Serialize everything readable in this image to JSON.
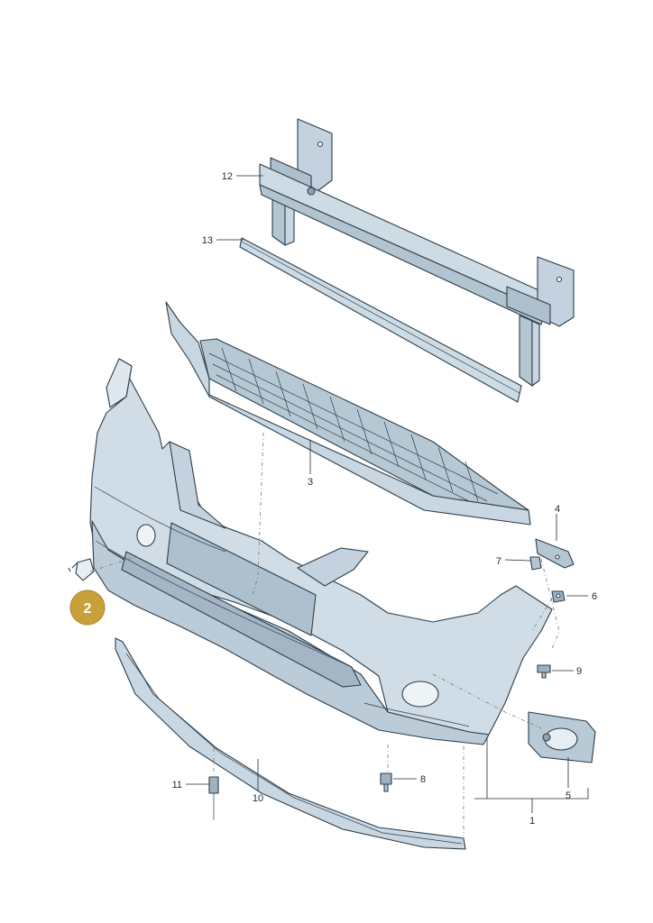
{
  "diagram": {
    "callouts": [
      {
        "id": "c1",
        "text": "1"
      },
      {
        "id": "c3",
        "text": "3"
      },
      {
        "id": "c4",
        "text": "4"
      },
      {
        "id": "c5",
        "text": "5"
      },
      {
        "id": "c6",
        "text": "6"
      },
      {
        "id": "c7",
        "text": "7"
      },
      {
        "id": "c8",
        "text": "8"
      },
      {
        "id": "c9",
        "text": "9"
      },
      {
        "id": "c10",
        "text": "10"
      },
      {
        "id": "c11",
        "text": "11"
      },
      {
        "id": "c12",
        "text": "12"
      },
      {
        "id": "c13",
        "text": "13"
      }
    ],
    "highlight_badge": {
      "text": "2",
      "color": "#c9a13b"
    },
    "colors": {
      "part_fill": "#c9d7e2",
      "part_fill_light": "#dde7ee",
      "part_fill_dark": "#a9bccb",
      "outline": "#2e3e4a"
    }
  }
}
